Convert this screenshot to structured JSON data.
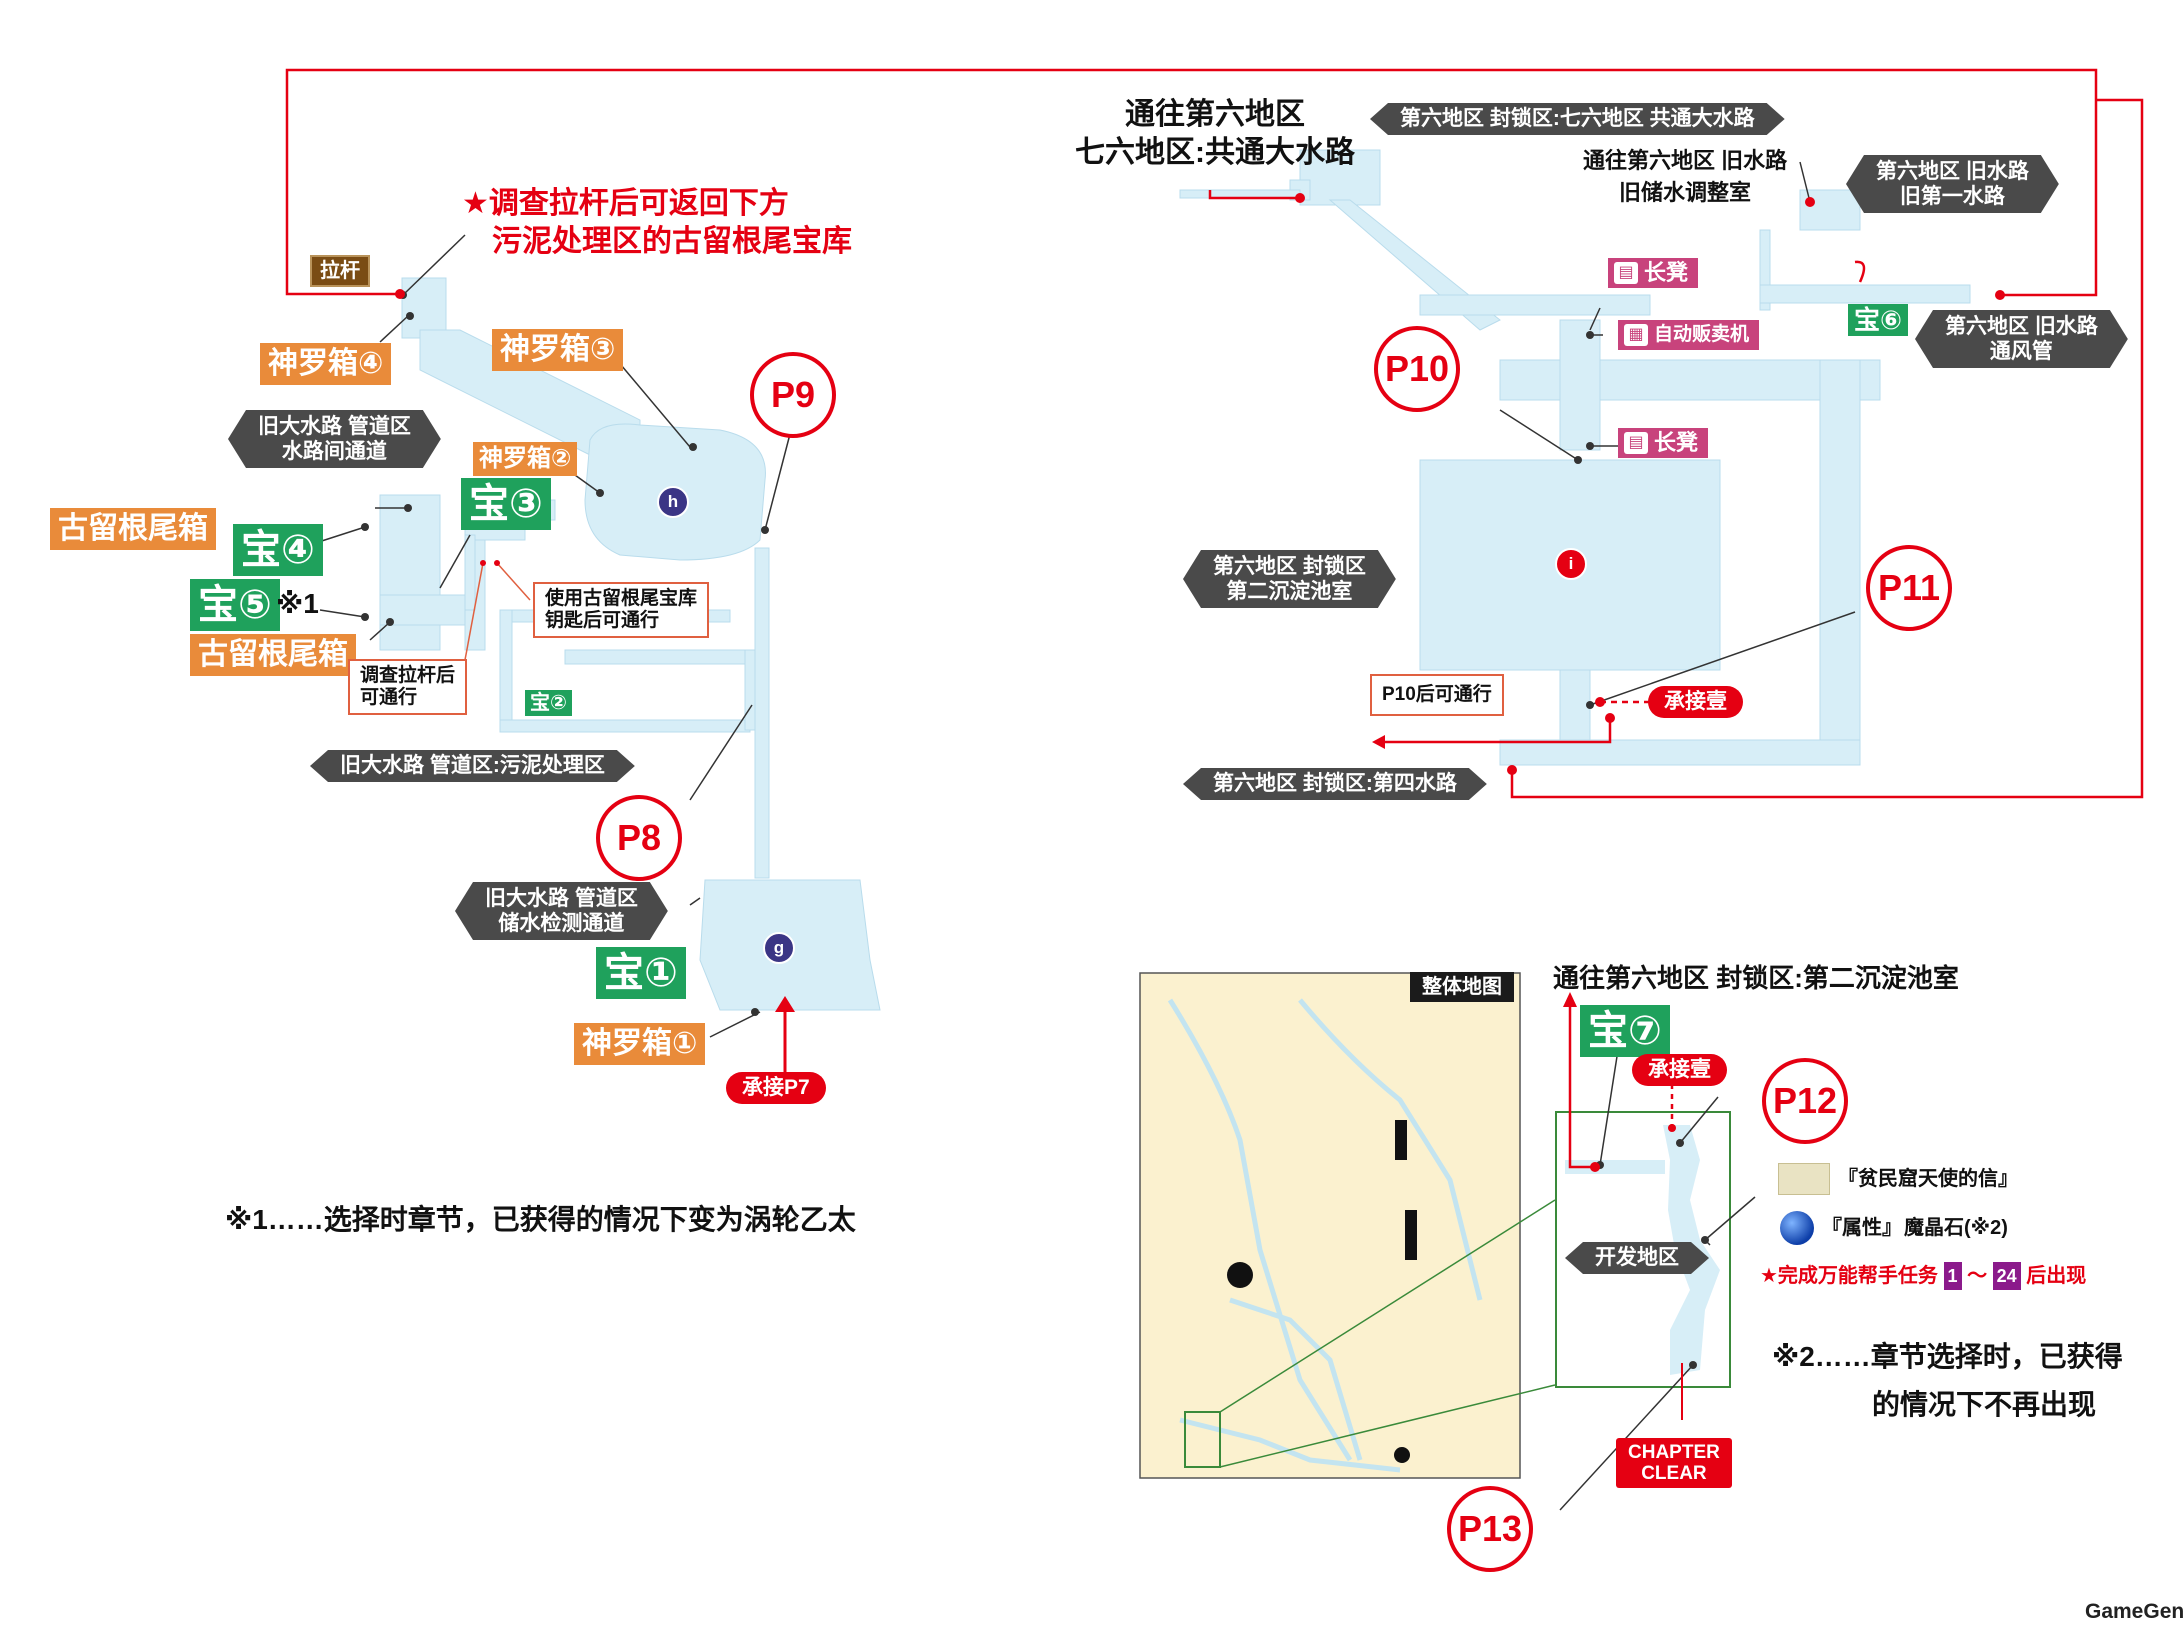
{
  "colors": {
    "water": "#d7eef7",
    "red": "#e50012",
    "orange": "#e98b3a",
    "green": "#1fa15c",
    "dark_tag": "#4a4a4a",
    "minimap_bg": "#fbf1cf",
    "purple_marker": "#3b3585"
  },
  "left_map": {
    "lever_label": "拉杆",
    "note_lever_return": [
      "★调查拉杆后可返回下方",
      "污泥处理区的古留根尾宝库"
    ],
    "shinra_boxes": [
      "神罗箱①",
      "神罗箱②",
      "神罗箱③",
      "神罗箱④"
    ],
    "treasures": [
      "宝①",
      "宝②",
      "宝③",
      "宝④",
      "宝⑤"
    ],
    "asterisk_1": "※1",
    "kobold_boxes": [
      "古留根尾箱",
      "古留根尾箱"
    ],
    "areas": [
      [
        "旧大水路 管道区",
        "水路间通道"
      ],
      [
        "旧大水路 管道区:污泥处理区"
      ],
      [
        "旧大水路 管道区",
        "储水检测通道"
      ]
    ],
    "note_key": [
      "使用古留根尾宝库",
      "钥匙后可通行"
    ],
    "note_lever_pass": [
      "调查拉杆后",
      "可通行"
    ],
    "points": [
      "P8",
      "P9"
    ],
    "continue_label": "承接P7",
    "markers": [
      "h",
      "g"
    ],
    "footnote_1": "※1……选择时章节，已获得的情况下变为涡轮乙太"
  },
  "right_map": {
    "to_sector6_text": [
      "通往第六地区",
      "七六地区:共通大水路"
    ],
    "area_top": "第六地区 封锁区:七六地区 共通大水路",
    "to_old_water_text": [
      "通往第六地区 旧水路",
      "旧储水调整室"
    ],
    "area_old1": [
      "第六地区 旧水路",
      "旧第一水路"
    ],
    "area_vent": [
      "第六地区 旧水路",
      "通风管"
    ],
    "bench_label": "长凳",
    "vending_label": "自动贩卖机",
    "treasure_6": "宝⑥",
    "area_sediment": [
      "第六地区 封锁区",
      "第二沉淀池室"
    ],
    "note_p10": "P10后可通行",
    "continue_label": "承接壹",
    "area_fourth": "第六地区 封锁区:第四水路",
    "points": [
      "P10",
      "P11"
    ],
    "marker": "i"
  },
  "bottom_map": {
    "minimap_title": "整体地图",
    "to_sediment_text": "通往第六地区 封锁区:第二沉淀池室",
    "treasure_7": "宝⑦",
    "continue_label": "承接壹",
    "points": [
      "P12",
      "P13"
    ],
    "area_dev": "开发地区",
    "item_letter": "『贫民窟天使的信』",
    "item_materia_prefix": "『属性』",
    "item_materia_suffix": "魔晶石(※2)",
    "quest_note_prefix": "★完成万能帮手任务",
    "quest_from": "1",
    "quest_tilde": "～",
    "quest_to": "24",
    "quest_note_suffix": "后出现",
    "footnote_2": [
      "※2……章节选择时，已获得",
      "的情况下不再出现"
    ],
    "chapter_clear": [
      "CHAPTER",
      "CLEAR"
    ]
  },
  "watermark": "GameGene"
}
